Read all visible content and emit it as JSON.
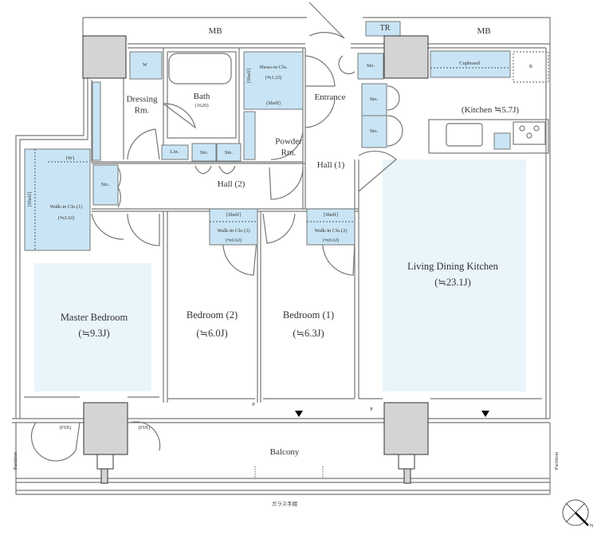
{
  "labels": {
    "mb_left": "MB",
    "mb_right": "MB",
    "tr": "TR",
    "w_top": "W",
    "dressing": "Dressing\nRm.",
    "bath": "Bath",
    "bath_size": "(1620)",
    "shoes": "Shoes-in Clo.",
    "shoes_area": "(≒1.2J)",
    "shelf_shoes_v": "[Shelf]",
    "shelf_shoes_h": "(Shelf)",
    "entrance": "Entrance",
    "powder": "Powder\nRm.",
    "lin": "Lin.",
    "sto_hall_a": "Sto.",
    "sto_hall_b": "Sto.",
    "sto_left": "Sto.",
    "sto_entr": "Sto.",
    "sto_r1": "Sto.",
    "sto_r2": "Sto.",
    "hall1": "Hall (1)",
    "hall2": "Hall (2)",
    "cupboard": "Cupboard",
    "fridge": "R",
    "kitchen": "(Kitchen ≒5.7J)",
    "wic1_w": "(W)",
    "wic1_shelf": "[Shelf]",
    "wic1": "Walk-in Clo.(1)",
    "wic1_area": "(≒2.6J)",
    "wic3_shelf": "[Shelf]",
    "wic3": "Walk-in Clo.(3)",
    "wic3_area": "(≒0.6J)",
    "wic2_shelf": "[Shelf]",
    "wic2": "Walk-in Clo.(2)",
    "wic2_area": "(≒0.6J)",
    "ldk": "Living Dining Kitchen",
    "ldk_area": "(≒23.1J)",
    "master": "Master Bedroom",
    "master_area": "(≒9.3J)",
    "bed2": "Bedroom (2)",
    "bed2_area": "(≒6.0J)",
    "bed1": "Bedroom (1)",
    "bed1_area": "(≒6.3J)",
    "p1": "P",
    "p2": "P",
    "fix_left": "(FIX)",
    "fix_right": "(FIX)",
    "balcony": "Balcony",
    "partition_left": "Partition",
    "partition_right": "Partition",
    "handrail": "ガラス手摺",
    "north": "N"
  },
  "colors": {
    "fixture": "#c9e5f5",
    "room": "#e9f4fb",
    "column": "#d4d4d4",
    "wall": "#777777"
  }
}
